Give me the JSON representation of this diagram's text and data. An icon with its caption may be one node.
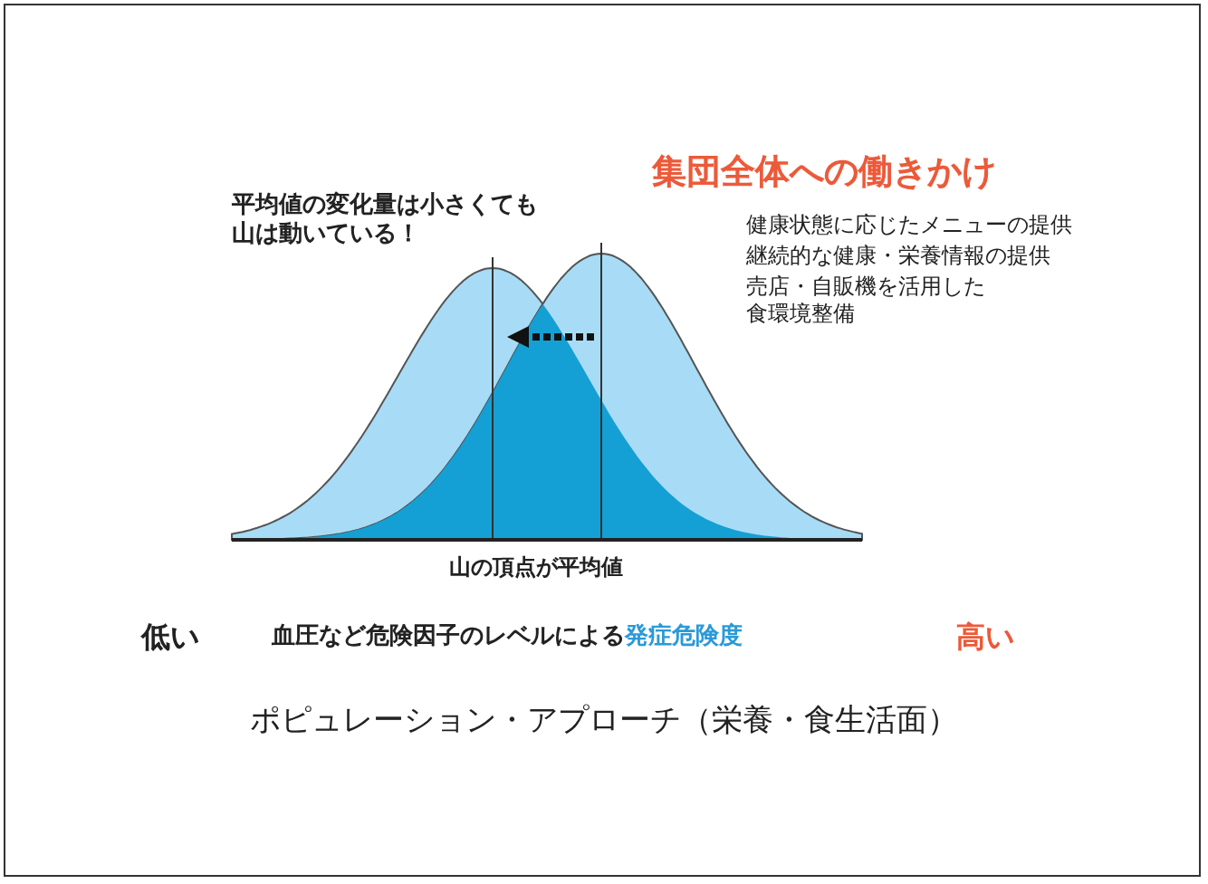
{
  "diagram": {
    "caption": "ポピュレーション・アプローチ（栄養・食生活面）",
    "labels": [
      "平均値の変化量は小さくても山は動いている！",
      "集団全体への働きかけ",
      "健康状態に応じたメニューの提供",
      "継続的な健康・栄養情報の提供",
      "売店・自販機を活用した食環境整備",
      "山の頂点が平均値",
      "低い",
      "血圧など危険因子のレベルによる**発症危険度**",
      "高い"
    ]
  }
}
